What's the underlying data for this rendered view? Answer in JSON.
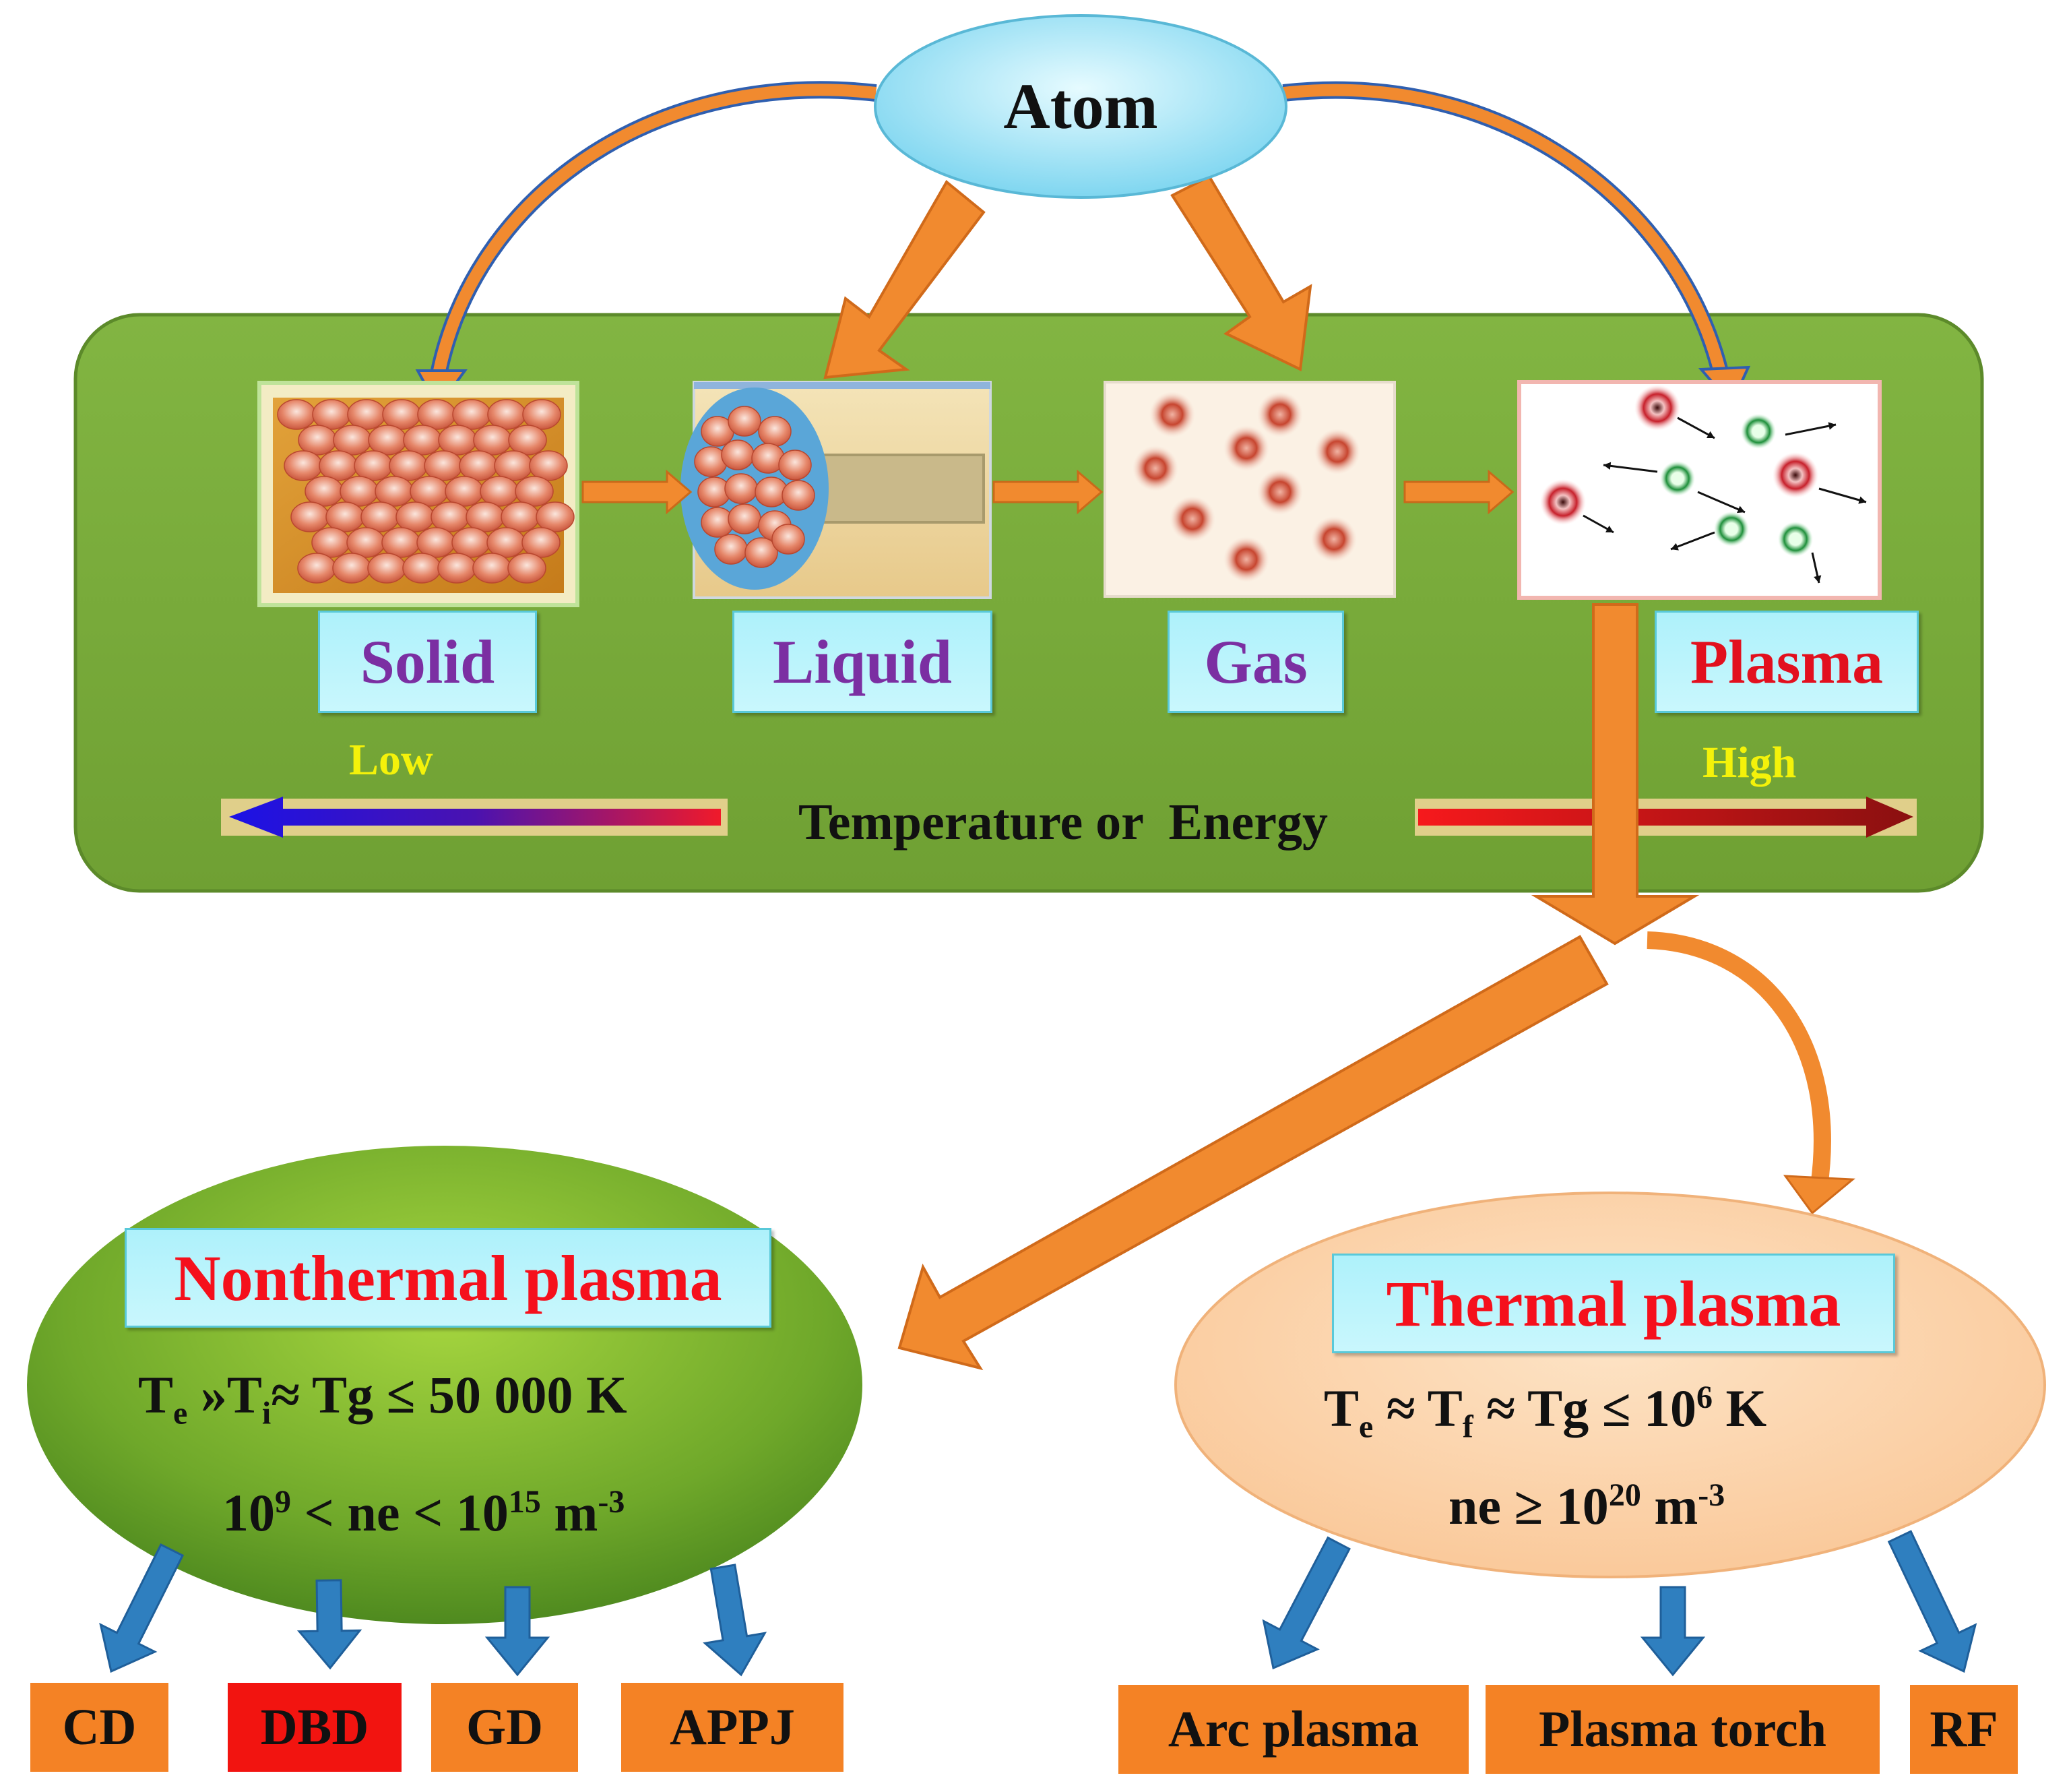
{
  "atom": "Atom",
  "states": {
    "solid": "Solid",
    "liquid": "Liquid",
    "gas": "Gas",
    "plasma": "Plasma"
  },
  "energy_scale": {
    "low": "Low",
    "high": "High",
    "label": "Temperature or  Energy"
  },
  "nonthermal": {
    "title": "Nonthermal plasma",
    "eq1": {
      "te": "T",
      "te_sub": "e",
      "mid": " »T",
      "ti_sub": "i",
      "rest": "≈ Tg ≤ 50 000 K"
    },
    "eq2": {
      "a": "10",
      "a_sup": "9",
      "mid": " < ne < 10",
      "b_sup": "15",
      "unit": " m",
      "unit_sup": "-3"
    },
    "types": [
      "CD",
      "DBD",
      "GD",
      "APPJ"
    ]
  },
  "thermal": {
    "title": "Thermal plasma",
    "eq1": {
      "te": "T",
      "te_sub": "e",
      "mid": " ≈ T",
      "tf_sub": "f",
      "rest": " ≈ Tg ≤  10",
      "exp": "6",
      "unit": " K"
    },
    "eq2": {
      "a": "ne ≥ 10",
      "a_sup": "20",
      "unit": " m",
      "unit_sup": "-3"
    },
    "types": [
      "Arc plasma",
      "Plasma torch",
      "RF"
    ]
  },
  "colors": {
    "panel": "#79ab3a",
    "orange_arrow": "#f18a2f",
    "blue_arrow": "#2f7fbf",
    "leaf_orange": "#f48225",
    "leaf_red": "#f21410",
    "title_red": "#f5101c",
    "state_purple": "#7b2fa2"
  }
}
